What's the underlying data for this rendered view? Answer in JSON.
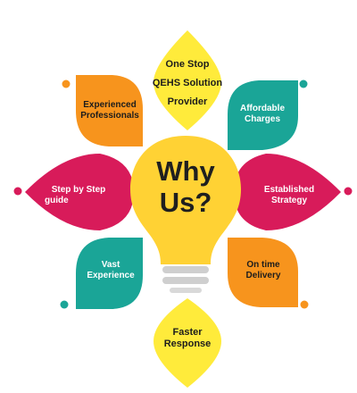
{
  "top_caption": "",
  "center": {
    "line1": "Why",
    "line2": "Us?"
  },
  "petals": {
    "top": [
      "One Stop",
      "QEHS Solution",
      "Provider"
    ],
    "top_left": [
      "Experienced",
      "Professionals"
    ],
    "top_right": [
      "Affordable",
      "Charges"
    ],
    "left": [
      "Step by Step",
      "guide"
    ],
    "right": [
      "Established",
      "Strategy"
    ],
    "bottom_left": [
      "Vast",
      "Experience"
    ],
    "bottom_right": [
      "On time",
      "Delivery"
    ],
    "bottom": [
      "Faster",
      "Response"
    ]
  },
  "colors": {
    "yellow": "#ffeb3b",
    "orange": "#f7941d",
    "teal": "#1aa597",
    "crimson": "#d81b5a",
    "bulb": "#ffd234",
    "bulb_base": "#cfcfcf"
  }
}
